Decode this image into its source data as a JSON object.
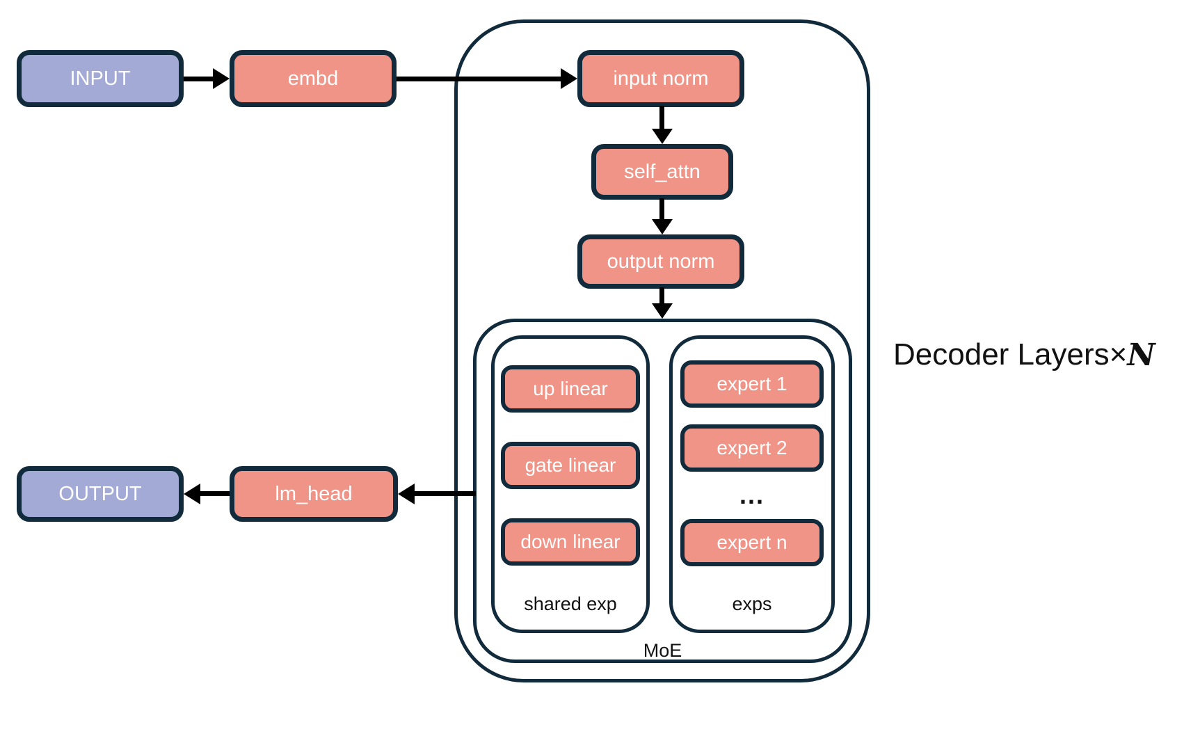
{
  "nodes": {
    "input": "INPUT",
    "embd": "embd",
    "input_norm": "input norm",
    "self_attn": "self_attn",
    "output_norm": "output norm",
    "up_linear": "up linear",
    "gate_linear": "gate linear",
    "down_linear": "down linear",
    "expert_1": "expert 1",
    "expert_2": "expert 2",
    "expert_n": "expert n",
    "lm_head": "lm_head",
    "output": "OUTPUT"
  },
  "labels": {
    "shared_exp": "shared exp",
    "exps": "exps",
    "moe": "MoE",
    "decoder_layers": "Decoder Layers",
    "times_sign": "×",
    "layer_count_n": "N",
    "ellipsis": "..."
  },
  "colors": {
    "node_fill_salmon": "#F09488",
    "node_fill_purple": "#A2AAD5",
    "border_navy": "#112B3C",
    "arrow_black": "#000000",
    "node_text": "#FFFFFF",
    "label_text": "#111111",
    "background": "#FFFFFF"
  }
}
